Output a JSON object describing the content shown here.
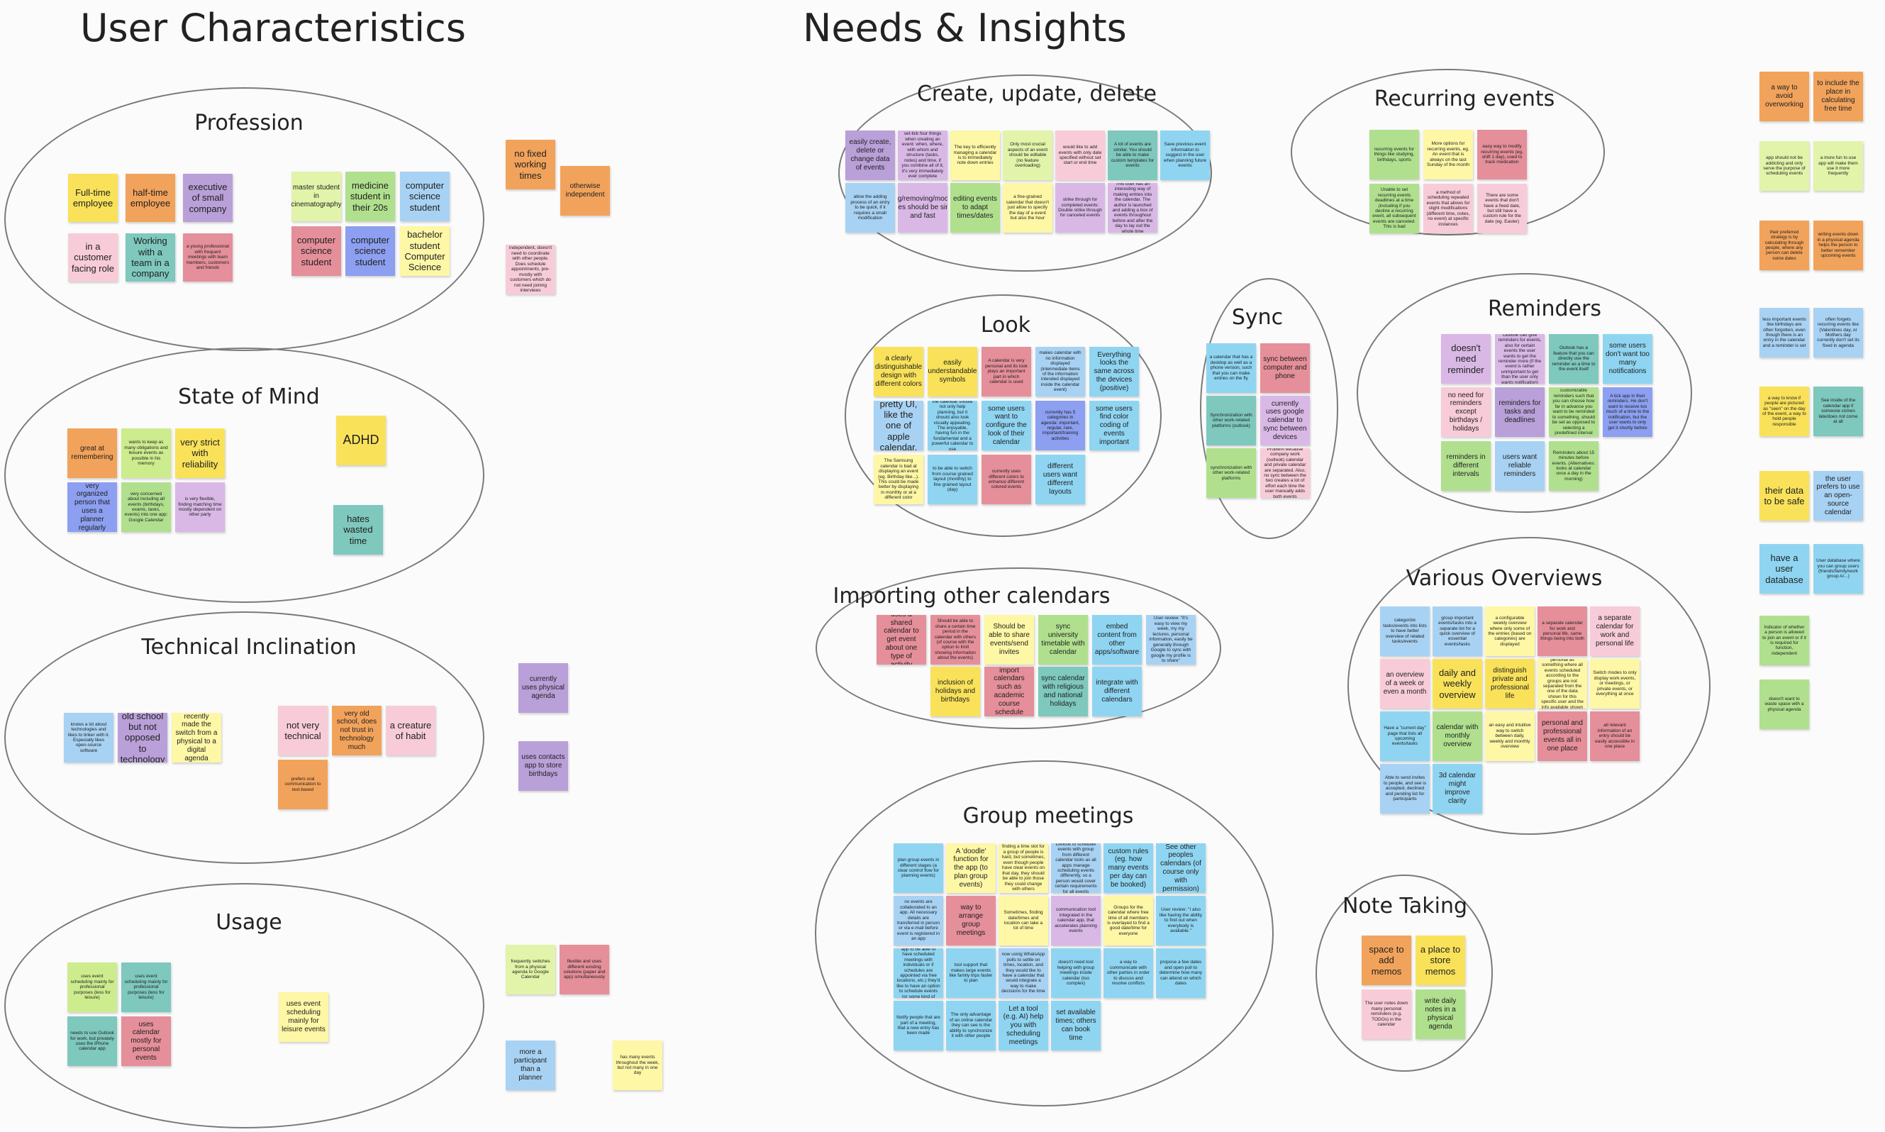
{
  "headings": {
    "user": "User Characteristics",
    "needs": "Needs & Insights"
  },
  "clusters": {
    "profession": "Profession",
    "state": "State of Mind",
    "technical": "Technical Inclination",
    "usage": "Usage",
    "create": "Create, update, delete",
    "recurring": "Recurring events",
    "look": "Look",
    "sync": "Sync",
    "reminders": "Reminders",
    "importing": "Importing other calendars",
    "overviews": "Various Overviews",
    "group": "Group meetings",
    "notes": "Note Taking"
  },
  "notes": {
    "p1": "Full-time employee",
    "p2": "half-time employee",
    "p3": "executive of small company",
    "p4": "in a customer facing role",
    "p5": "Working with a team in a company",
    "p6": "a young professional with frequent meetings with team members, customers and friends",
    "p7": "master student in cinematography",
    "p8": "medicine student in their 20s",
    "p9": "computer science student",
    "p10": "computer science student",
    "p11": "computer science student",
    "p12": "bachelor student Computer Science",
    "x1": "no fixed working times",
    "x2": "otherwise independent",
    "x3": "independent, doesn't need to coordinate with other people. Does schedule appointments, pre-mostly with customers which do not need joining interviews",
    "s1": "great at remembering",
    "s2": "wants to keep as many obligations and leisure events as possible in his memory",
    "s3": "very strict with reliability",
    "s4": "very organized person that uses a planner regularly",
    "s5": "very concerned about including all events (birthdays, exams, tasks, events) into one app: Google Calendar",
    "s6": "is very flexible, finding matching time mostly dependent on other party",
    "x4": "ADHD",
    "x5": "hates wasted time",
    "t1": "knows a lot about technologies and likes to tinker with it. Especially likes open-source software",
    "t2": "old school but not opposed to technology",
    "t3": "recently made the switch from a physical to a digital agenda",
    "t4": "not very technical",
    "t5": "very old school, does not trust in technology much",
    "t6": "a creature of habit",
    "t7": "prefers oral communication to text-based",
    "x6": "currently uses physical agenda",
    "x7": "uses contacts app to store birthdays",
    "u1": "uses event scheduling mainly for professional purposes (less for leisure)",
    "u2": "uses event scheduling mainly for professional purposes (less for leisure)",
    "u3": "needs to use Outlook for work, but privately uses the iPhone calendar app",
    "u4": "uses calendar mostly for personal events",
    "u5": "uses event scheduling mainly for leisure events",
    "x8": "frequently switches from a physical agenda to Google Calendar",
    "x9": "flexible and uses different existing solutions (paper and app) simultaneously",
    "x10": "more a participant than a planner",
    "x11": "has many events throughout the week, but not many in one day",
    "c1": "easily create, delete or change data of events",
    "c2": "set-tick four things when creating an event: when, where, with whom and structure (tasks, notes) and time, if you combine all of it, it's very immediately ever complete",
    "c3": "The key to efficiently managing a calendar is to immediately note down entries",
    "c4": "Only most crucial aspects of an event should be editable (no feature overloading)",
    "c5": "would like to add events with only date specified without set start or end time",
    "c6": "A lot of events are similar. You should be able to make custom templates for events",
    "c7": "Save previous event information to suggest in the user when planning future events",
    "c8": "allow the adding process of an entry to be quick, if it requires a small modification",
    "c9": "adding/removing/modifying entries should be simple and fast",
    "c10": "editing events to adapt times/dates",
    "c11": "a fine-grained calendar that doesn't just allow to specify the day of a event but also the hour",
    "c12": "strike through for completed events: Double strike through for canceled events",
    "c13": "This user has an interesting way of making entries into the calendar. The author is launched and adding a box of events throughout before and after the day to lay out the whole time",
    "r1": "recurring events for things like studying, birthdays, sports",
    "r2": "More options for recurring events, eg. An event that is always on the last Sunday of the month",
    "r3": "easy way to modify recurring events (eg. shift 1 day), used to track medication",
    "r4": "Unable to set recurring events deadlines at a time (including if you decline a recurring event, all subsequent events are canceled. This is bad",
    "r5": "a method of scheduling repeated events that allows for slight modifications (different time, notes, no event) at specific instances",
    "r6": "There are some events that don't have a fixed date, but still have a custom rule for the date (eg. Easter)",
    "k1": "a clearly distinguishable design with different colors",
    "k2": "easily understandable symbols",
    "k3": "A calendar is very personal and its look plays an important part in which calendar is used",
    "k4": "makes calendar with no information displayed (intermediate items of the information intended displayed inside the calendar event)",
    "k5": "Everything looks the same across the devices (positive)",
    "k6": "pretty UI, like the one of apple calendar.",
    "k7": "the calendar should not only help planning, but it should also look visually appealing. The enjoyable, having fun in the fundamental and a powerful calendar to use",
    "k8": "some users want to configure the look of their calendar",
    "k9": "currently has 5 categories in agenda: important, regular, rare, important/training activities",
    "k10": "some users find color coding of events important",
    "k11": "The Samsung calendar is bad at displaying an event (eg. Birthday like...). This could be made better by displaying in monthly or at a different color",
    "k12": "to be able to switch from course grained layout (monthly) to fine grained layout (day)",
    "k13": "currently uses different colors to enhance different colored events",
    "k14": "different users want different layouts",
    "y1": "a calendar that has a desktop as well as a phone version, such that you can make entries on the fly",
    "y2": "sync between computer and phone",
    "y3": "Synchronization with other work-related platforms (outlook)",
    "y4": "currently uses google calendar to sync between devices",
    "y5": "synchronization with other work-related platforms",
    "y6": "Problem because company work (outlook) calendar and private calendar are separated. Also, no sync between the two creates a lot of effort each time the user manually adds both events",
    "m1": "doesn't need reminder",
    "m2": "Outlook can give reminders for events, also for certain events the user wants to get the reminder more (if the event is rather unimportant to get than the user only wants notification)",
    "m3": "Outlook has a feature that you can directly use the reminder as a time to the event itself",
    "m4": "some users don't want too many notifications",
    "m5": "no need for reminders except birthdays / holidays",
    "m6": "reminders for tasks and deadlines",
    "m7": "customizable reminders such that you can choose how far in advance you want to be reminded to something, should be set as opposed to selecting a predefined interval",
    "m8": "A tick app in their reminders. He don't want to receive too much of a time to the notification, but the user wants to only get it shortly before",
    "m9": "reminders in different intervals",
    "m10": "users want reliable reminders",
    "m11": "Reminders about 15 minutes before events. (Alternatives: looks at calendar once a day in the morning)",
    "i1": "uses a shared calendar to get event about one type of activity",
    "i2": "Should be able to share a certain time period in the calendar with others (of course with the option to limit showing information about the events)",
    "i3": "Should be able to share events/send invites",
    "i4": "sync university timetable with calendar",
    "i5": "embed content from other apps/software",
    "i6": "User review: \"It's easy to view my week, my my lectures, personal information, easily be generally through Google to sync with google my profile is to share\"",
    "i7": "inclusion of holidays and birthdays",
    "i8": "import calendars such as academic course schedule",
    "i9": "sync calendar with religious and national holidays",
    "i10": "integrate with different calendars",
    "v1": "categorize tasks/events into lists to have better overview of related tasks/events",
    "v2": "group important events/tasks into a separate list for a quick overview of essential events/tasks",
    "v3": "a configurable weekly overview where only some of the entries (based on categories) are displayed",
    "v4": "a separate calendar for work and personal life, same things being into both",
    "v5": "a separate calendar for work and personal life",
    "v6": "an overview of a week or even a month",
    "v7": "daily and weekly overview",
    "v8": "distinguish private and professional life",
    "v9": "There could be the personal as something where all events scheduled according to the groups are not separated from the one of the data shown for this specific user and the info available shown to everyone",
    "v10": "Switch modes to only display work events, or meetings, or private events, or everything at once",
    "v11": "Have a \"current day\" page that lists all upcoming events/tasks",
    "v12": "calendar with monthly overview",
    "v13": "an easy and intuitive way to switch between daily, weekly and monthly overview",
    "v14": "personal and professional events all in one place",
    "v15": "all relevant information of an entry should be easily accessible in one place",
    "v16": "Able to send invites to people, and see is accepted, declined and pending list for participants",
    "v17": "3d calendar might improve clarity",
    "gm1": "plan group events in different stages (a clear control flow for planning events)",
    "gm2": "A 'doodle' function for the app (to plan group events)",
    "gm3": "finding a time slot for a group of people is hard, but sometimes, even though people have clear events on that day, they should be able to join those they could change with others",
    "gm4": "Difficult to schedule events with group from different calendar tools as all apps manage scheduling events differently, so a person would cover certain requirements for all events",
    "gm5": "custom rules (eg. how many events per day can be booked)",
    "gm6": "See other peoples calendars (of course only with permission)",
    "gm7": "no events are collaborated to an app. All necessary details are transferred in person or via e-mail before event is registered in an app",
    "gm8": "way to arrange group meetings",
    "gm9": "Sometimes, finding date/times and location can take a lot of time",
    "gm10": "communication tool integrated in the calendar app, that accelerates planning events",
    "gm11": "Groups for the calendar where free time of all members is overlayed to find a good date/time for everyone",
    "gm12": "User review: \"I also like having the ability to find out when everybody is available.\"",
    "gm13": "The do not want the app to be able to have scheduled meetings with individuals or if schedules are appointed via free locations, etc.) they'd like to have an option to schedule events (or some kind of same operations)",
    "gm14": "tool support that makes large events like family trips faster to plan",
    "gm15": "now using WhatsApp polls to settle on times, location, and they would like to have a calendar that would integrate a way to make decisions for the time",
    "gm16": "doesn't need tool helping with group meetings inside calendar (too complex)",
    "gm17": "a way to communicate with other parties in order to discuss and resolve conflicts",
    "gm18": "propose a few dates and open poll to determine how many can attend on which dates",
    "gm19": "Notify people that are part of a meeting, that a new entry has been made",
    "gm20": "The only advantage of an online calendar they can see is the ability to synchronize it with other people",
    "gm21": "Let a tool (e.g. AI) help you with scheduling meetings",
    "gm22": "set available times; others can book time",
    "n1": "space to add memos",
    "n2": "a place to store memos",
    "n3": "The user notes down many personal reminders (e.g. TODOs) in the calendar",
    "n4": "write daily notes in a physical agenda",
    "z1": "a way to avoid overworking",
    "z2": "to include the place in calculating free time",
    "z3": "app should not be addicting and only serve the purpose of scheduling events",
    "z4": "a more fun to use app will make them use it more frequently",
    "z5": "their preferred strategy is by calculating through people, where any person can delete some dates",
    "z6": "writing events down in a physical agenda helps the person to better remember upcoming events",
    "z7": "less important events like birthdays are often forgotten, even though there is an entry in the calendar and a reminder is set",
    "z8": "often forgets recurring events like (Valentines day, or Mothers day currently don't set its fixed in agenda",
    "z9": "a way to know if people are pictured as \"seen\" on the day of the event, a way to hold people responsible",
    "z10": "See inside of the calendar app if someone comes late/does not come at all",
    "z11": "their data to be safe",
    "z12": "the user prefers to use an open-source calendar",
    "z13": "have a user database",
    "z14": "User database where you can group users (friends/family/work group A/...)",
    "z15": "Indicator of whether a person is allowed to join an event or if it is required for function, independent",
    "z16": "doesn't want to waste space with a physical agenda"
  }
}
